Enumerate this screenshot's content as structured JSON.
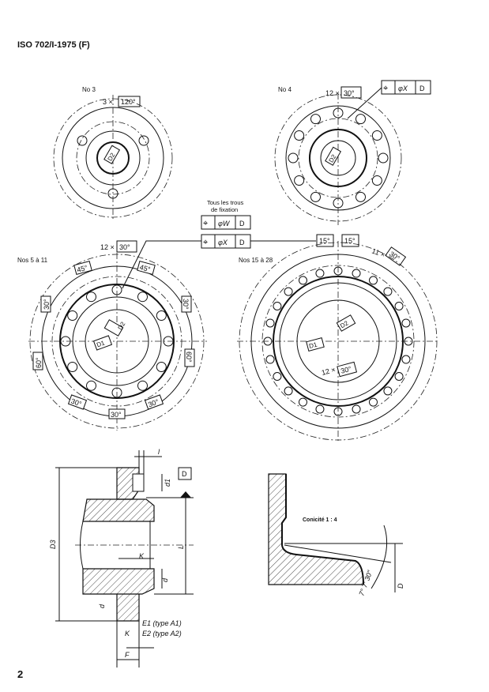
{
  "header": {
    "standard": "ISO 702/I-1975 (F)"
  },
  "page_number": "2",
  "fig_no3": {
    "label": "No 3",
    "count": "3 ×",
    "angle": "120°",
    "diameter": "D2"
  },
  "fig_no4": {
    "label": "No 4",
    "count": "12 ×",
    "angle": "30°",
    "diameter": "D2",
    "tolerance": {
      "symbol": "⌖",
      "value": "φX",
      "datum": "D"
    }
  },
  "common_tolerance": {
    "caption_line1": "Tous les trous",
    "caption_line2": "de fixation",
    "frame_w": {
      "symbol": "⌖",
      "value": "φW",
      "datum": "D"
    },
    "frame_x": {
      "symbol": "⌖",
      "value": "φX",
      "datum": "D"
    }
  },
  "fig_no5_11": {
    "label": "Nos 5 à 11",
    "count": "12 ×",
    "angle_top": "30°",
    "angle_45a": "45°",
    "angle_45b": "45°",
    "angle_30l": "30°",
    "angle_30r": "30°",
    "angle_60l": "60°",
    "angle_60r": "60°",
    "angle_30bl": "30°",
    "angle_30b": "30°",
    "angle_30br": "30°",
    "d1": "D1",
    "d2": "D2"
  },
  "fig_no15_28": {
    "label": "Nos 15 à 28",
    "angle_a": "15°",
    "angle_b": "15°",
    "count": "11 ×",
    "angle_c": "30°",
    "inner_count": "12 ×",
    "inner_angle": "30°",
    "d1": "D1",
    "d2": "D2"
  },
  "section": {
    "l": "l",
    "d1": "d1",
    "datum": "D",
    "D3": "D3",
    "L": "L",
    "K_top": "K",
    "d_right": "d",
    "d_left": "d",
    "E1": "E1 (type A1)",
    "E2": "E2 (type A2)",
    "K_bottom": "K",
    "F": "F"
  },
  "taper": {
    "title": "Conicité 1 : 4",
    "angle": "7° 7′ 30″",
    "D": "D"
  }
}
